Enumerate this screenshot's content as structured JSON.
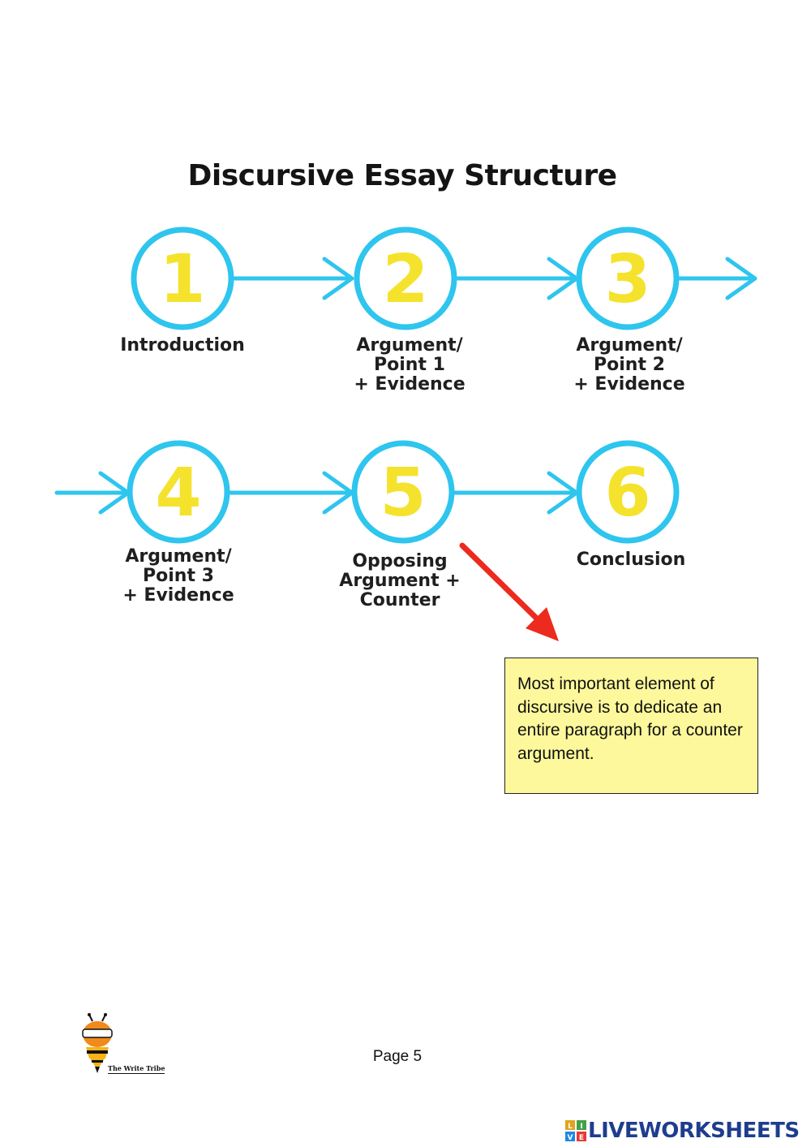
{
  "title": "Discursive Essay Structure",
  "colors": {
    "circle": "#2ec5ee",
    "number": "#f5e22c",
    "arrow": "#2ec5ee",
    "pointer": "#ec2a1e",
    "note_bg": "#fdf89b"
  },
  "steps": [
    {
      "number": "1",
      "label": "Introduction"
    },
    {
      "number": "2",
      "label": "Argument/\nPoint 1\n+ Evidence"
    },
    {
      "number": "3",
      "label": "Argument/\nPoint 2\n+ Evidence"
    },
    {
      "number": "4",
      "label": "Argument/\nPoint 3\n+ Evidence"
    },
    {
      "number": "5",
      "label": "Opposing\nArgument +\nCounter"
    },
    {
      "number": "6",
      "label": "Conclusion"
    }
  ],
  "note": "Most important element of discursive is to dedicate an entire paragraph for a counter argument.",
  "footer": {
    "page": "Page 5",
    "logo_caption": "The Write Tribe",
    "brand": "LIVEWORKSHEETS",
    "brand_mark_letters": [
      "L",
      "I",
      "V",
      "E"
    ]
  }
}
